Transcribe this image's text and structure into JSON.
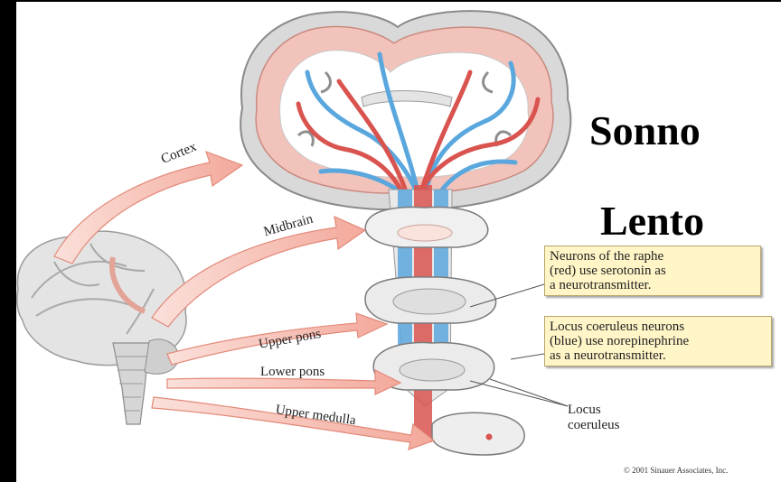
{
  "title": {
    "line1": "Sonno",
    "line2": "Lento"
  },
  "labels": {
    "cortex": "Cortex",
    "midbrain": "Midbrain",
    "upper_pons": "Upper pons",
    "lower_pons": "Lower pons",
    "upper_medulla": "Upper medulla"
  },
  "callouts": {
    "raphe": [
      "Neurons of the raphe",
      "(red) use serotonin as",
      "a neurotransmitter."
    ],
    "locus": [
      "Locus coeruleus neurons",
      "(blue) use norepinephrine",
      "as a neurotransmitter."
    ],
    "locus_label": [
      "Locus",
      "coeruleus"
    ]
  },
  "credit": "© 2001 Sinauer Associates, Inc.",
  "colors": {
    "background": "#000000",
    "panel": "#ffffff",
    "arrow_fill": "#f6b8ac",
    "serotonin_path": "#d9534f",
    "norepinephrine_path": "#5aa7de",
    "tissue": "#f1bfb6",
    "callout_fill": "#fff5c7"
  }
}
